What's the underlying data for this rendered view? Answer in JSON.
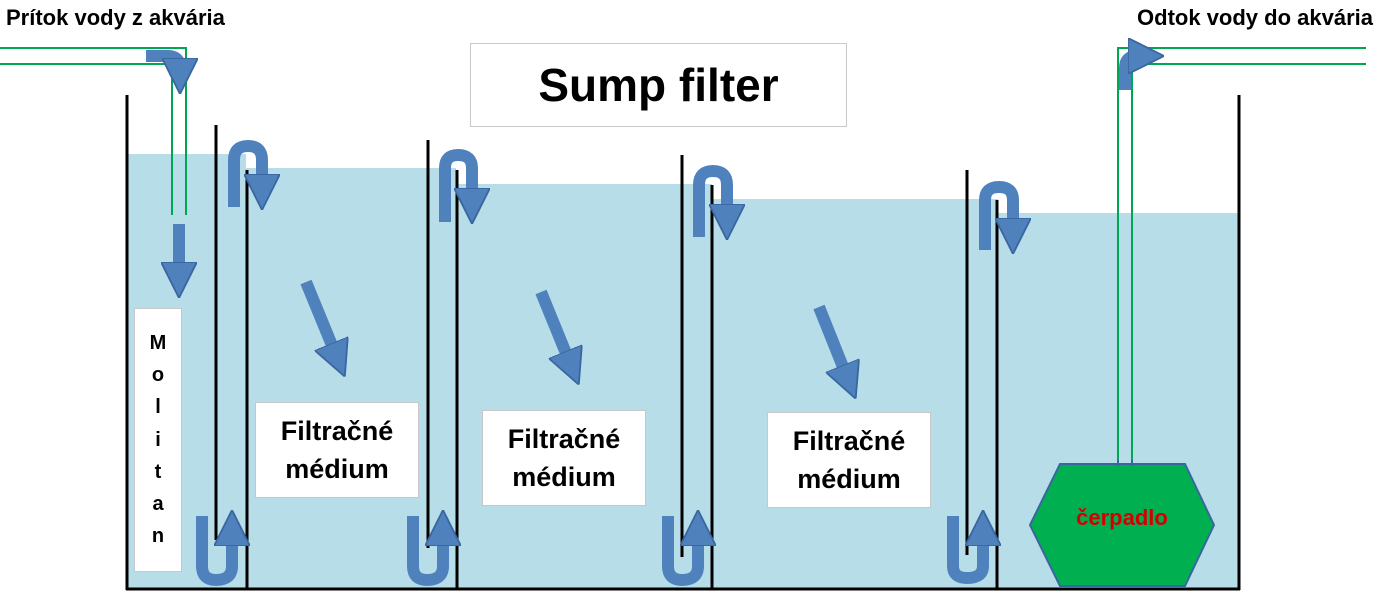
{
  "title": "Sump filter",
  "inflow_label": "Prítok vody z akvária",
  "outflow_label": "Odtok vody do akvária",
  "sponge_label": "Molitan",
  "media_boxes": [
    {
      "line1": "Filtračné",
      "line2": "médium"
    },
    {
      "line1": "Filtračné",
      "line2": "médium"
    },
    {
      "line1": "Filtračné",
      "line2": "médium"
    }
  ],
  "pump_label": "čerpadlo",
  "colors": {
    "water": "#b7dde8",
    "arrow_fill": "#4f81bd",
    "arrow_stroke": "#3a66a0",
    "pipe": "#00a651",
    "pump_fill": "#00b050",
    "pump_text": "#d40000",
    "walls": "#000000"
  },
  "icons": [
    "water-flow-arrow",
    "u-turn-arrow",
    "pump-hexagon"
  ]
}
